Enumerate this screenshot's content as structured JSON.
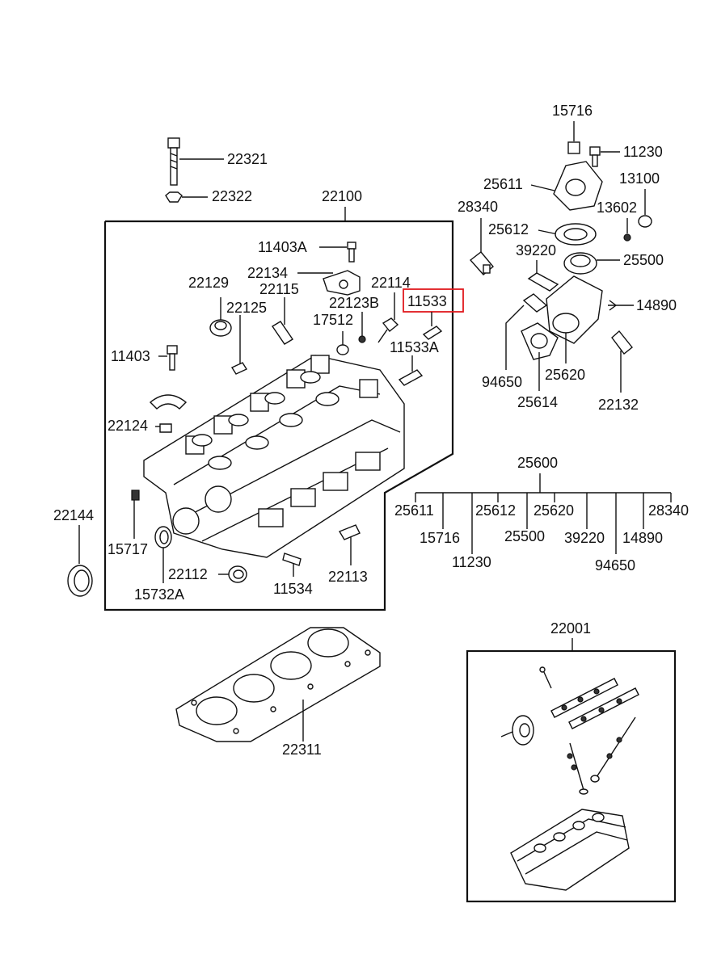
{
  "diagram": {
    "highlight_color": "#e0191e",
    "top_left": {
      "bolt": "22321",
      "nut": "22322"
    },
    "cylinder_head_group": {
      "assembly": "22100",
      "parts": {
        "p11403A": "11403A",
        "p22134": "22134",
        "p22129": "22129",
        "p22115": "22115",
        "p22114": "22114",
        "p22123B": "22123B",
        "p11533": "11533",
        "p22125": "22125",
        "p17512": "17512",
        "p11533A": "11533A",
        "p11403": "11403",
        "p22124": "22124",
        "p22144": "22144",
        "p15717": "15717",
        "p22112": "22112",
        "p15732A": "15732A",
        "p11534": "11534",
        "p22113": "22113"
      }
    },
    "thermostat_group": {
      "p15716": "15716",
      "p11230": "11230",
      "p25611": "25611",
      "p13100": "13100",
      "p28340": "28340",
      "p13602": "13602",
      "p25612": "25612",
      "p39220": "39220",
      "p25500": "25500",
      "p14890": "14890",
      "p94650": "94650",
      "p25620": "25620",
      "p25614": "25614",
      "p22132": "22132"
    },
    "housing_tree": {
      "root": "25600",
      "row1": [
        "25611",
        "25612",
        "25620",
        "28340"
      ],
      "row2": [
        "15716",
        "25500",
        "39220",
        "14890"
      ],
      "row3": [
        "11230",
        "94650"
      ]
    },
    "gasket": "22311",
    "sub_assembly": "22001"
  }
}
